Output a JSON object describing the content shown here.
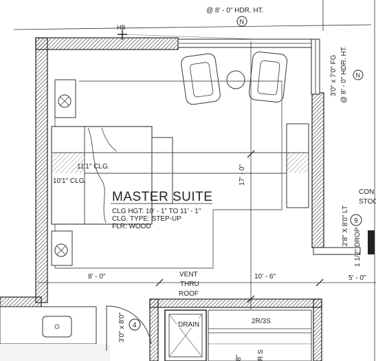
{
  "room": {
    "name": "MASTER SUITE",
    "ceiling_height": "CLG HGT: 10' - 1\" TO 11' - 1\"",
    "ceiling_type": "CLG. TYPE: STEP-UP",
    "floor": "FLR: WOOD"
  },
  "ceiling_notes": {
    "upper": "11'1\" CLG.",
    "lower": "10'1\" CLG."
  },
  "header_note_top": "@ 8' - 0\" HDR. HT.",
  "window_right": {
    "size": "3'0\" x 7'0\" FG",
    "header": "@ 8' - 0\" HDR. HT."
  },
  "door_label": "3'0\" x 8'0\"",
  "door_tag": "4",
  "right_door_label": "2'8\" X 8'0\" LT",
  "right_door_tag": "9",
  "drop_label": "1 1/2\" DROP",
  "dimensions": {
    "left": "8' - 0\"",
    "right": "10' - 6\"",
    "vertical": "17' - 0\"",
    "far_right": "5' - 0\""
  },
  "vent_label": "VENT\nTHRU\nROOF",
  "vent_lines": [
    "VENT",
    "THRU",
    "ROOF"
  ],
  "hb_label": "HB",
  "north_marker": "N",
  "drain_label": "DRAIN",
  "risers_label": "2R/3S",
  "right_edge_text": [
    "CON",
    "STOC"
  ],
  "bottom_dim": "8\"",
  "bottom_glyphs": "R  S"
}
